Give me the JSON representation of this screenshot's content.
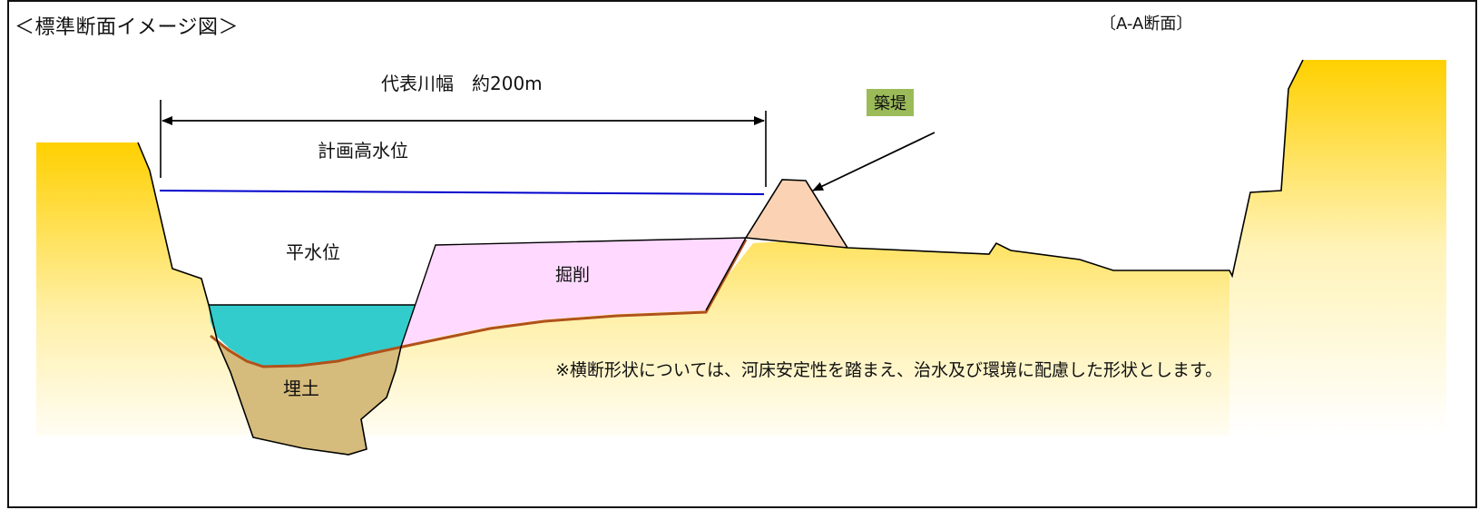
{
  "header": {
    "title": "＜標準断面イメージ図＞",
    "section": "〔A-A断面〕"
  },
  "diagram": {
    "river_width_label": "代表川幅　約200m",
    "high_water_level_label": "計画高水位",
    "normal_water_level_label": "平水位",
    "excavation_label": "掘削",
    "fill_label": "埋土",
    "levee_label": "築堤",
    "note": "※横断形状については、河床安定性を踏まえ、治水及び環境に配慮した形状とします。"
  },
  "colors": {
    "ground_top": "#FFD000",
    "ground_bottom": "#FFFFFF",
    "water": "#33CCCC",
    "excavation": "#FFD9FF",
    "fill": "#D6BC7C",
    "levee": "#FBD3B4",
    "levee_label_bg": "#9BBB59",
    "high_water_line": "#0000CC",
    "riverbed_line": "#B0521B"
  },
  "icons": {
    "dimension_arrow": "double-headed-arrow-icon",
    "pointer_arrow": "arrow-icon"
  }
}
